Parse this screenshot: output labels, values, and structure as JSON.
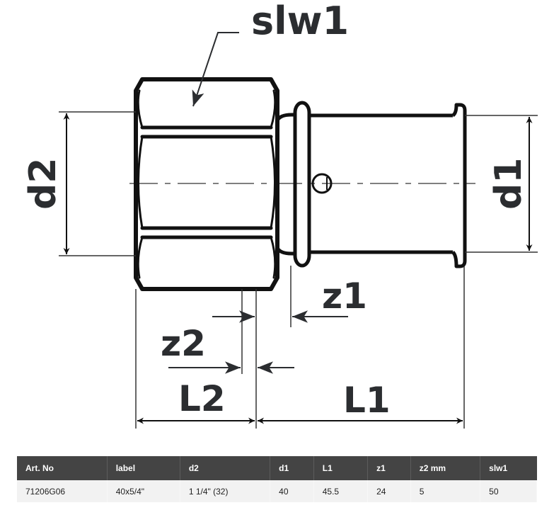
{
  "drawing": {
    "title": "Female threaded press fitting dimension drawing",
    "labels": {
      "slw1": "slw1",
      "d2": "d2",
      "d1": "d1",
      "z1": "z1",
      "z2": "z2",
      "L2": "L2",
      "L1": "L1"
    },
    "colors": {
      "outline": "#111111",
      "dimension": "#2b2d30",
      "table_header_bg": "#444444",
      "table_row_bg": "#f2f2f2"
    }
  },
  "table": {
    "headers": [
      "Art. No",
      "label",
      "d2",
      "d1",
      "L1",
      "z1",
      "z2 mm",
      "slw1"
    ],
    "rows": [
      [
        "71206G06",
        "40x5/4\"",
        "1 1/4\" (32)",
        "40",
        "45.5",
        "24",
        "5",
        "50"
      ]
    ]
  }
}
